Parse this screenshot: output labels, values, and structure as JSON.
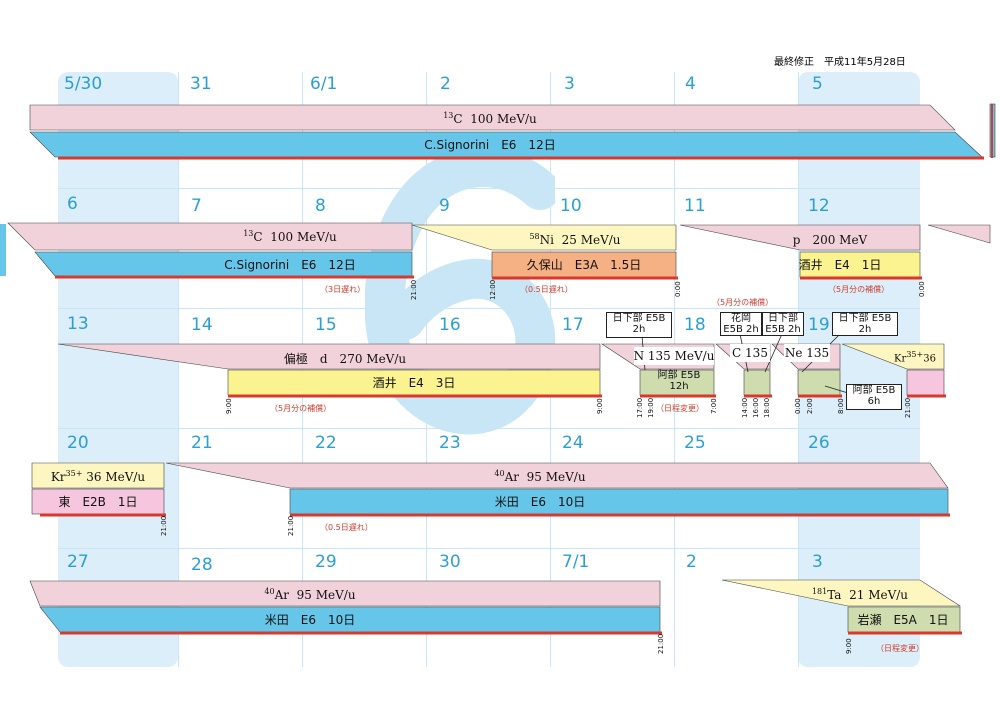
{
  "header": {
    "modified": "最終修正　平成11年5月28日"
  },
  "weeks": [
    {
      "days": [
        "5/30",
        "31",
        "6/1",
        "2",
        "3",
        "4",
        "5"
      ]
    },
    {
      "days": [
        "6",
        "7",
        "8",
        "9",
        "10",
        "11",
        "12"
      ]
    },
    {
      "days": [
        "13",
        "14",
        "15",
        "16",
        "17",
        "18",
        "19"
      ]
    },
    {
      "days": [
        "20",
        "21",
        "22",
        "23",
        "24",
        "25",
        "26"
      ]
    },
    {
      "days": [
        "27",
        "28",
        "29",
        "30",
        "7/1",
        "2",
        "3"
      ]
    }
  ],
  "beams": {
    "c13_w1": {
      "ion": "C",
      "mass": "13",
      "energy": "100 MeV/u",
      "user": "C.Signorini　E6　12日"
    },
    "c13_w2": {
      "ion": "C",
      "mass": "13",
      "energy": "100 MeV/u",
      "user": "C.Signorini　E6　12日",
      "note": "（3日遅れ）",
      "end_time": "21:00"
    },
    "ni58": {
      "ion": "Ni",
      "mass": "58",
      "energy": "25 MeV/u",
      "user": "久保山　E3A　1.5日",
      "note": "（0.5日遅れ）",
      "start_time": "12:00",
      "end_time": "0:00"
    },
    "p200": {
      "beam": "p　200 MeV",
      "user": "酒井　E4　1日",
      "note": "（5月分の補償）",
      "end_time": "0:00"
    },
    "d270": {
      "beam": "偏極　d　270 MeV/u",
      "user": "酒井　E4　3日",
      "note": "（5月分の補償）",
      "start_time": "9:00",
      "end_time": "9:00"
    },
    "n135": {
      "beam": "N 135 MeV/u",
      "user": "阿部 E5B 12h",
      "note": "（日程変更）",
      "times": [
        "17:00",
        "19:00",
        "7:00"
      ]
    },
    "kusakabe1": {
      "user": "日下部 E5B",
      "hours": "2h"
    },
    "c135": {
      "beam": "C 135",
      "note": "（5月分の補償）",
      "times": [
        "14:00",
        "16:00",
        "18:00"
      ]
    },
    "hanaoka": {
      "user": "花岡",
      "detail": "E5B 2h"
    },
    "kusakabe2": {
      "user": "日下部",
      "detail": "E5B 2h"
    },
    "ne135": {
      "beam": "Ne 135",
      "times": [
        "0:00",
        "2:00",
        "8:00"
      ]
    },
    "kusakabe3": {
      "user": "日下部 E5B",
      "hours": "2h"
    },
    "abe2": {
      "user": "阿部 E5B",
      "hours": "6h"
    },
    "kr_w3": {
      "ion": "Kr",
      "charge": "35+",
      "energy": "36",
      "end_time": "21:00"
    },
    "kr_w4": {
      "ion": "Kr",
      "charge": "35+",
      "energy": "36 MeV/u",
      "user": "東　E2B　1日",
      "end_time": "21:00"
    },
    "ar40_w4": {
      "ion": "Ar",
      "mass": "40",
      "energy": "95 MeV/u",
      "user": "米田　E6　10日",
      "note": "（0.5日遅れ）",
      "start_time": "21:00"
    },
    "ar40_w5": {
      "ion": "Ar",
      "mass": "40",
      "energy": "95 MeV/u",
      "user": "米田　E6　10日",
      "end_time": "21:00"
    },
    "ta181": {
      "ion": "Ta",
      "mass": "181",
      "energy": "21 MeV/u",
      "user": "岩瀬　E5A　1日",
      "note": "（日程変更）",
      "start_time": "9:00"
    }
  },
  "colors": {
    "day_number": "#2a9fd6",
    "pink": "#f2d2da",
    "blue": "#66c6ea",
    "yellow": "#fdf6c0",
    "bright_yellow": "#fbf38f",
    "orange": "#f5b083",
    "olive": "#cedcae",
    "magenta": "#f6c6df",
    "note_red": "#d03b2c",
    "week_bg": "#dbeef9"
  }
}
